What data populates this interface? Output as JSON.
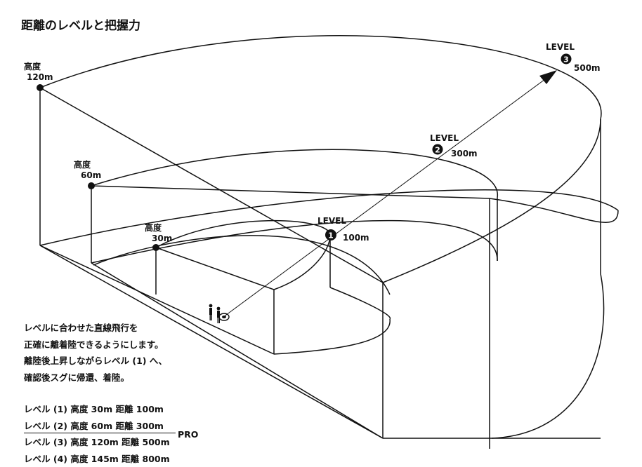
{
  "title": "距離のレベルと把握力",
  "altitudes": [
    {
      "label": "高度",
      "value": "120m"
    },
    {
      "label": "高度",
      "value": "60m"
    },
    {
      "label": "高度",
      "value": "30m"
    }
  ],
  "levels": [
    {
      "label": "LEVEL",
      "badge": "1",
      "distance": "100m"
    },
    {
      "label": "LEVEL",
      "badge": "2",
      "distance": "300m"
    },
    {
      "label": "LEVEL",
      "badge": "3",
      "distance": "500m"
    }
  ],
  "notes": [
    "レベルに合わせた直線飛行を",
    "正確に離着陸できるようにします。",
    "離陸後上昇しながらレベル (1) へ、",
    "確認後スグに帰還、着陸。"
  ],
  "specs": [
    "レベル (1) 高度 30m 距離 100m",
    "レベル (2) 高度 60m 距離 300m",
    "レベル (3) 高度 120m 距離 500m",
    "レベル (4) 高度 145m 距離 800m"
  ],
  "pro_label": "PRO"
}
